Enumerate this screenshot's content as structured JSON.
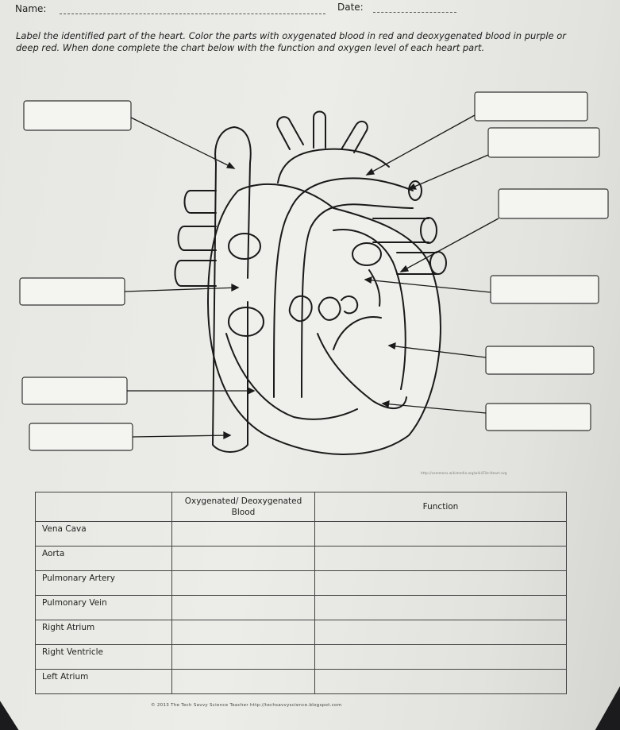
{
  "header": {
    "name_label": "Name:",
    "date_label": "Date:"
  },
  "instructions": "Label the identified part of the heart.  Color the parts with oxygenated blood in red and deoxygenated blood in purple or deep red.  When done complete the chart below with the function and oxygen level of each heart part.",
  "image_credit": "http://commons.wikimedia.org/wiki/File:Heart.svg",
  "chart": {
    "headers": [
      "",
      "Oxygenated/ Deoxygenated Blood",
      "Function"
    ],
    "rows": [
      "Vena Cava",
      "Aorta",
      "Pulmonary Artery",
      "Pulmonary Vein",
      "Right Atrium",
      "Right Ventricle",
      "Left Atrium"
    ]
  },
  "footer": "© 2013 The Tech Savvy Science Teacher http://techsavvyscience.blogspot.com"
}
